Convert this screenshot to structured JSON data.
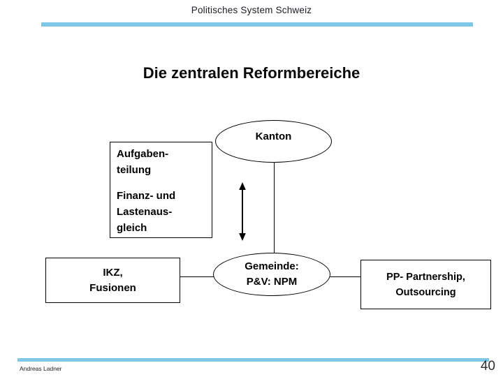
{
  "header": {
    "title": "Politisches System Schweiz"
  },
  "slide": {
    "title": "Die zentralen Reformbereiche"
  },
  "diagram": {
    "kanton": {
      "label": "Kanton"
    },
    "tasks_box": {
      "line1": "Aufgaben-",
      "line2": "teilung",
      "line3": "Finanz- und",
      "line4": "Lastenaus-",
      "line5": "gleich"
    },
    "ikz_box": {
      "line1": "IKZ,",
      "line2": "Fusionen"
    },
    "gemeinde": {
      "line1": "Gemeinde:",
      "line2": "P&V: NPM"
    },
    "pp_box": {
      "line1": "PP- Partnership,",
      "line2": "Outsourcing"
    }
  },
  "footer": {
    "author": "Andreas Ladner",
    "page_number": "40"
  },
  "colors": {
    "accent_bar": "#7ec7e6",
    "shape_border": "#000000",
    "page_number_text": "#2e2e2e"
  }
}
